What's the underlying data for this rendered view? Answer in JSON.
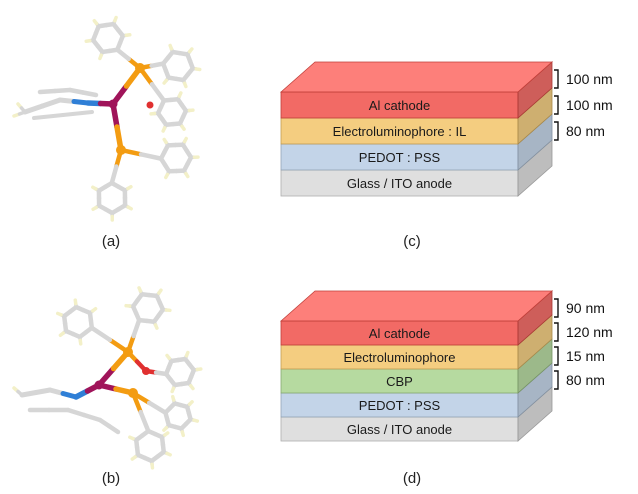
{
  "panels": [
    {
      "id": "a",
      "label": "(a)"
    },
    {
      "id": "b",
      "label": "(b)"
    },
    {
      "id": "c",
      "label": "(c)"
    },
    {
      "id": "d",
      "label": "(d)"
    }
  ],
  "device_c": {
    "layers": [
      {
        "name": "Al cathode",
        "color": "#f0504a"
      },
      {
        "name": "Electroluminophore : IL",
        "color": "#f2c46a"
      },
      {
        "name": "PEDOT : PSS",
        "color": "#b9cde4"
      },
      {
        "name": "Glass / ITO anode",
        "color": "#d9d9d9"
      }
    ],
    "thicknesses": [
      "100 nm",
      "100 nm",
      "80 nm"
    ]
  },
  "device_d": {
    "layers": [
      {
        "name": "Al cathode",
        "color": "#f0504a"
      },
      {
        "name": "Electroluminophore",
        "color": "#f2c46a"
      },
      {
        "name": "CBP",
        "color": "#a9d38f"
      },
      {
        "name": "PEDOT : PSS",
        "color": "#b9cde4"
      },
      {
        "name": "Glass / ITO anode",
        "color": "#d9d9d9"
      }
    ],
    "thicknesses": [
      "90 nm",
      "120 nm",
      "15 nm",
      "80 nm"
    ]
  },
  "colors": {
    "phosphorus": "#f39c12",
    "metal": "#a0145a",
    "nitrogen": "#2f7fd6",
    "oxygen": "#e03030",
    "carbon": "#d6d6d6",
    "hydrogen": "#f3f0c8"
  }
}
